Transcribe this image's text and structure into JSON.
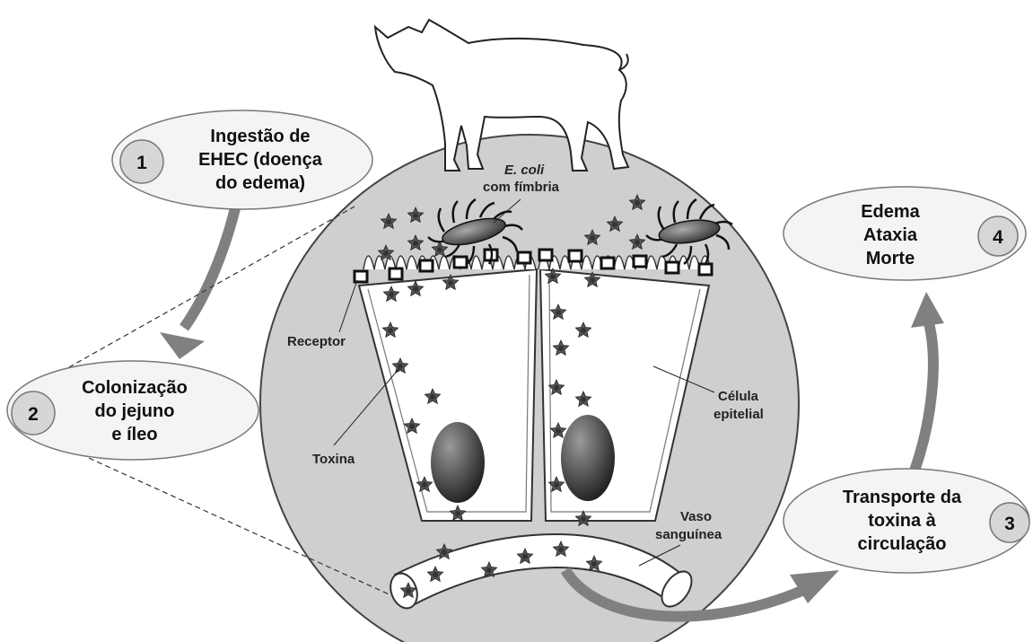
{
  "steps": [
    {
      "number": "1",
      "lines": [
        "Ingestão de",
        "EHEC (doença",
        "do edema)"
      ]
    },
    {
      "number": "2",
      "lines": [
        "Colonização",
        "do jejuno",
        "e íleo"
      ]
    },
    {
      "number": "3",
      "lines": [
        "Transporte da",
        "toxina à",
        "circulação"
      ]
    },
    {
      "number": "4",
      "lines": [
        "Edema",
        "Ataxia",
        "Morte"
      ]
    }
  ],
  "labels": {
    "ecoli_line1": "E. coli",
    "ecoli_line2": "com fímbria",
    "receptor": "Receptor",
    "toxin": "Toxina",
    "cell_line1": "Célula",
    "cell_line2": "epitelial",
    "vessel_line1": "Vaso",
    "vessel_line2": "sanguínea"
  },
  "colors": {
    "bubble_fill": "#f4f4f4",
    "number_fill": "#d6d6d6",
    "arrow": "#808080",
    "circle_fill": "#cfcfcf",
    "toxin": "#5a5a5a"
  }
}
